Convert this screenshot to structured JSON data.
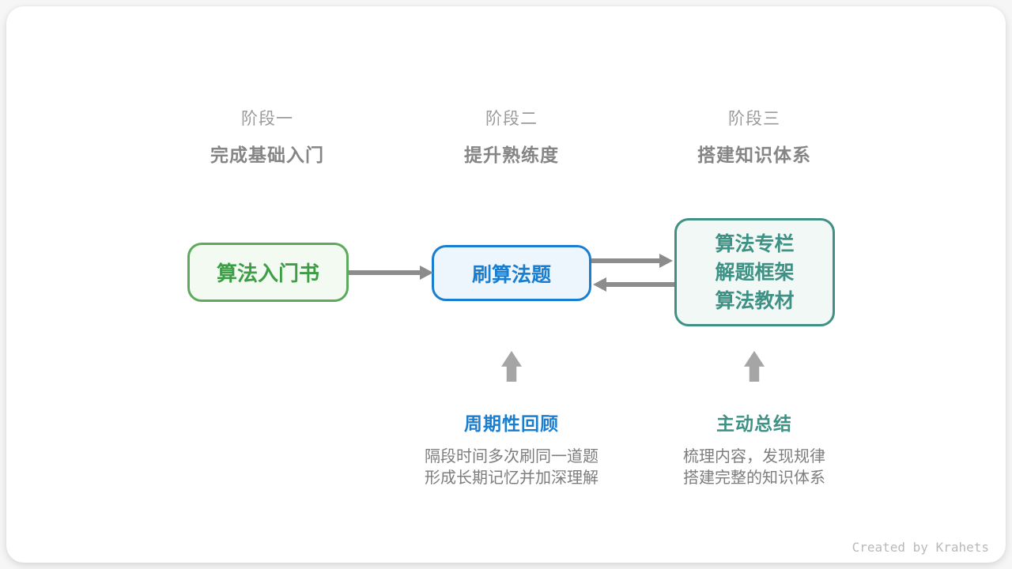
{
  "diagram": {
    "stages": [
      {
        "label": "阶段一",
        "subtitle": "完成基础入门"
      },
      {
        "label": "阶段二",
        "subtitle": "提升熟练度"
      },
      {
        "label": "阶段三",
        "subtitle": "搭建知识体系"
      }
    ],
    "nodes": [
      {
        "label": "算法入门书",
        "text_color": "#3e9e47",
        "border_color": "#5da95d",
        "fill_color": "#f3faf1"
      },
      {
        "label": "刷算法题",
        "text_color": "#1a7ed0",
        "border_color": "#1a7ed0",
        "fill_color": "#edf6fc"
      },
      {
        "lines": [
          "算法专栏",
          "解题框架",
          "算法教材"
        ],
        "text_color": "#3e9184",
        "border_color": "#3e9184",
        "fill_color": "#f1f8f5"
      }
    ],
    "arrows": [
      {
        "name": "node1-to-node2",
        "direction": "right",
        "color": "#8c8c8c"
      },
      {
        "name": "node2-to-node3",
        "direction": "right",
        "color": "#8c8c8c"
      },
      {
        "name": "node3-to-node2",
        "direction": "left",
        "color": "#8c8c8c"
      },
      {
        "name": "up-arrow-review",
        "direction": "up",
        "color": "#a5a5a5"
      },
      {
        "name": "up-arrow-summary",
        "direction": "up",
        "color": "#a5a5a5"
      }
    ],
    "annotations": [
      {
        "title": "周期性回顾",
        "color": "#1a7ed0",
        "lines": [
          "隔段时间多次刷同一道题",
          "形成长期记忆并加深理解"
        ]
      },
      {
        "title": "主动总结",
        "color": "#3e9184",
        "lines": [
          "梳理内容，发现规律",
          "搭建完整的知识体系"
        ]
      }
    ],
    "watermark": "Created by Krahets",
    "colors": {
      "page_bg": "#f6f6f6",
      "card_bg": "#ffffff",
      "stage_label": "#9b9b9b",
      "stage_subtitle": "#858585",
      "desc_text": "#7d7d7d",
      "watermark": "#b9b9b9"
    }
  }
}
